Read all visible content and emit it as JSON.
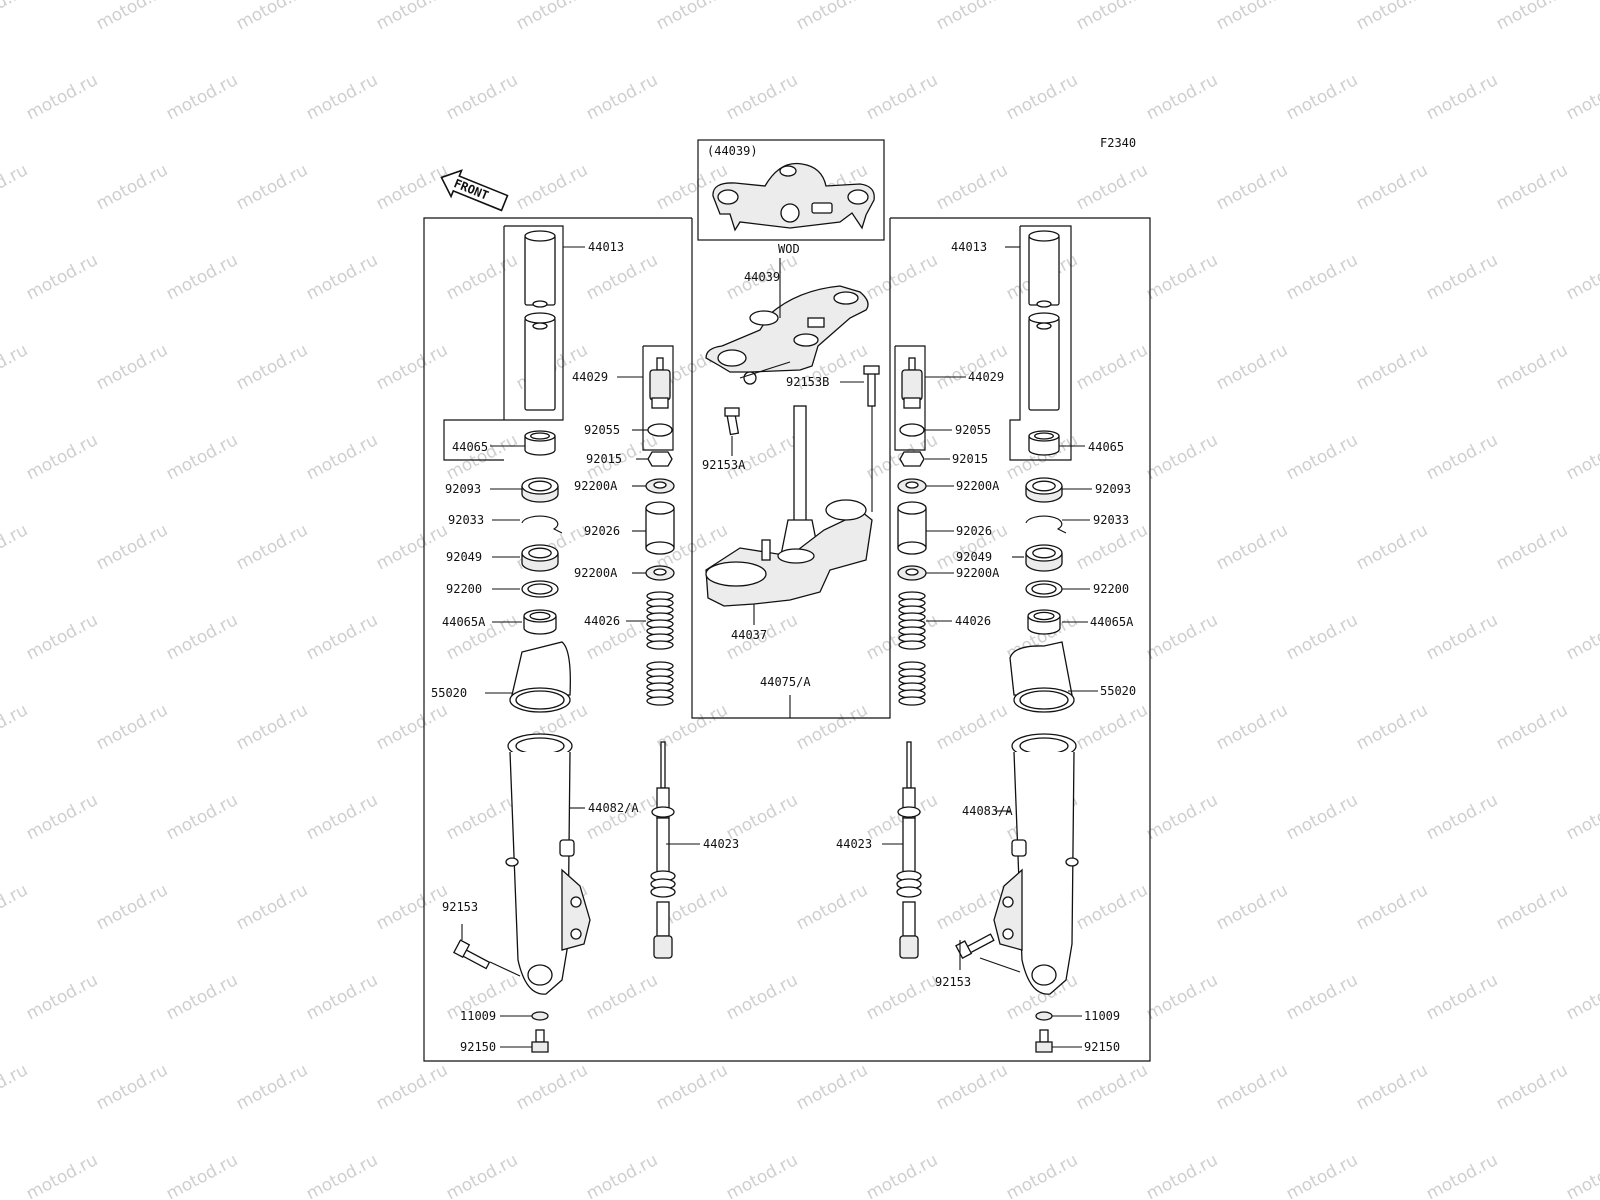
{
  "figure_code": "F2340",
  "direction_arrow": "FRONT",
  "watermark": "motod.ru",
  "inset": {
    "part_number": "(44039)",
    "variant": "WOD"
  },
  "center": {
    "upper_bracket": "44039",
    "bolt_b": "92153B",
    "bolt_a": "92153A",
    "stem_bracket": "44037",
    "assembly": "44075/A"
  },
  "left": {
    "fork_tube": "44013",
    "cap_bolt": "44029",
    "o_ring": "92055",
    "bushing_a": "44065",
    "nut": "92015",
    "washer_1": "92200A",
    "oil_seal": "92093",
    "spacer": "92026",
    "circlip": "92033",
    "washer_2": "92200A",
    "dust_seal": "92049",
    "spring": "44026",
    "washer": "92200",
    "bushing_b": "44065A",
    "cover": "55020",
    "outer_tube": "44082/A",
    "damper": "44023",
    "bolt": "92153",
    "gasket": "11009",
    "drain_bolt": "92150"
  },
  "right": {
    "fork_tube": "44013",
    "cap_bolt": "44029",
    "o_ring": "92055",
    "bushing_a": "44065",
    "nut": "92015",
    "washer_1": "92200A",
    "oil_seal": "92093",
    "spacer": "92026",
    "circlip": "92033",
    "dust_seal": "92049",
    "washer_2": "92200A",
    "spring": "44026",
    "washer": "92200",
    "bushing_b": "44065A",
    "cover": "55020",
    "outer_tube": "44083/A",
    "damper": "44023",
    "bolt": "92153",
    "gasket": "11009",
    "drain_bolt": "92150"
  }
}
